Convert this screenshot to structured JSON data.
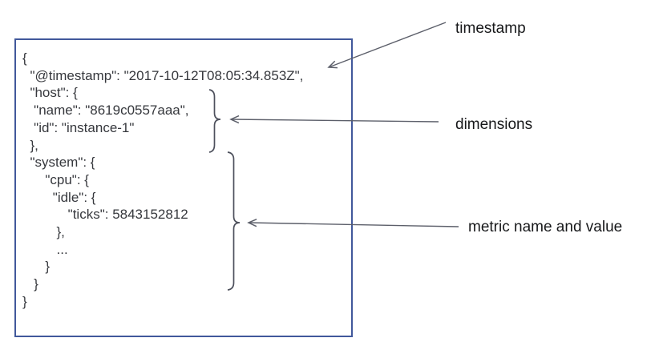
{
  "code_block": {
    "lines": [
      "{",
      "  \"@timestamp\": \"2017-10-12T08:05:34.853Z\",",
      "  \"host\": {",
      "   \"name\": \"8619c0557aaa\",",
      "   \"id\": \"instance-1\"",
      "  },",
      "  \"system\": {",
      "      \"cpu\": {",
      "        \"idle\": {",
      "            \"ticks\": 5843152812",
      "         },",
      "         ...",
      "      }",
      "   }",
      "}"
    ]
  },
  "document": {
    "timestamp": "2017-10-12T08:05:34.853Z",
    "host_name": "8619c0557aaa",
    "host_id": "instance-1",
    "metric_name": "system.cpu.idle.ticks",
    "metric_value": 5843152812
  },
  "annotations": {
    "timestamp_label": "timestamp",
    "dimensions_label": "dimensions",
    "metric_label": "metric name and value"
  },
  "colors": {
    "background": "#ffffff",
    "box_border": "#41589b",
    "code_text": "#36383d",
    "label_text": "#17181a",
    "arrow": "#5c5f6a",
    "brace": "#4d505c"
  }
}
